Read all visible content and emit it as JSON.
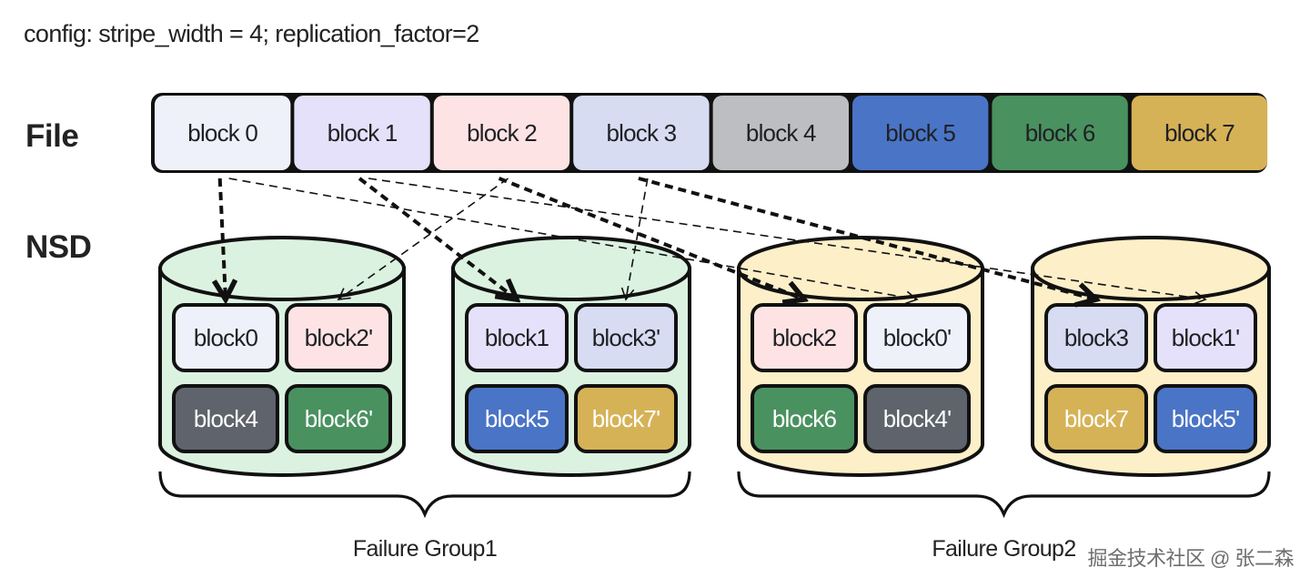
{
  "config_text": "config: stripe_width = 4; replication_factor=2",
  "labels": {
    "file": "File",
    "nsd": "NSD"
  },
  "colors": {
    "block0": "#eef1fa",
    "block1": "#e5e1fa",
    "block2": "#fde3e4",
    "block3": "#d7dcf2",
    "block4": "#bcbec2",
    "block5": "#4a74c6",
    "block6": "#4a9160",
    "block7": "#d6b257",
    "block4_disk": "#5f636b",
    "group1_fill": "#dcf2e1",
    "group2_fill": "#fdefc8",
    "stroke": "#111111"
  },
  "file_blocks": [
    {
      "label": "block 0",
      "color_key": "block0"
    },
    {
      "label": "block 1",
      "color_key": "block1"
    },
    {
      "label": "block 2",
      "color_key": "block2"
    },
    {
      "label": "block 3",
      "color_key": "block3"
    },
    {
      "label": "block 4",
      "color_key": "block4"
    },
    {
      "label": "block 5",
      "color_key": "block5"
    },
    {
      "label": "block 6",
      "color_key": "block6"
    },
    {
      "label": "block 7",
      "color_key": "block7"
    }
  ],
  "nsds": [
    {
      "group": 1,
      "blocks": [
        {
          "label": "block0",
          "color_key": "block0",
          "text": "dark"
        },
        {
          "label": "block2'",
          "color_key": "block2",
          "text": "dark"
        },
        {
          "label": "block4",
          "color_key": "block4_disk",
          "text": "light"
        },
        {
          "label": "block6'",
          "color_key": "block6",
          "text": "light"
        }
      ]
    },
    {
      "group": 1,
      "blocks": [
        {
          "label": "block1",
          "color_key": "block1",
          "text": "dark"
        },
        {
          "label": "block3'",
          "color_key": "block3",
          "text": "dark"
        },
        {
          "label": "block5",
          "color_key": "block5",
          "text": "light"
        },
        {
          "label": "block7'",
          "color_key": "block7",
          "text": "light"
        }
      ]
    },
    {
      "group": 2,
      "blocks": [
        {
          "label": "block2",
          "color_key": "block2",
          "text": "dark"
        },
        {
          "label": "block0'",
          "color_key": "block0",
          "text": "dark"
        },
        {
          "label": "block6",
          "color_key": "block6",
          "text": "light"
        },
        {
          "label": "block4'",
          "color_key": "block4_disk",
          "text": "light"
        }
      ]
    },
    {
      "group": 2,
      "blocks": [
        {
          "label": "block3",
          "color_key": "block3",
          "text": "dark"
        },
        {
          "label": "block1'",
          "color_key": "block1",
          "text": "dark"
        },
        {
          "label": "block7",
          "color_key": "block7",
          "text": "light"
        },
        {
          "label": "block5'",
          "color_key": "block5",
          "text": "light"
        }
      ]
    }
  ],
  "mappings": [
    {
      "from_block": 0,
      "to_nsd": 0,
      "slot": 0,
      "kind": "primary"
    },
    {
      "from_block": 1,
      "to_nsd": 1,
      "slot": 0,
      "kind": "primary"
    },
    {
      "from_block": 2,
      "to_nsd": 2,
      "slot": 0,
      "kind": "primary"
    },
    {
      "from_block": 3,
      "to_nsd": 3,
      "slot": 0,
      "kind": "primary"
    },
    {
      "from_block": 0,
      "to_nsd": 2,
      "slot": 1,
      "kind": "replica"
    },
    {
      "from_block": 1,
      "to_nsd": 3,
      "slot": 1,
      "kind": "replica"
    },
    {
      "from_block": 2,
      "to_nsd": 0,
      "slot": 1,
      "kind": "replica"
    },
    {
      "from_block": 3,
      "to_nsd": 1,
      "slot": 1,
      "kind": "replica"
    }
  ],
  "failure_groups": [
    {
      "label": "Failure Group1"
    },
    {
      "label": "Failure Group2"
    }
  ],
  "watermark": "掘金技术社区 @ 张二森"
}
